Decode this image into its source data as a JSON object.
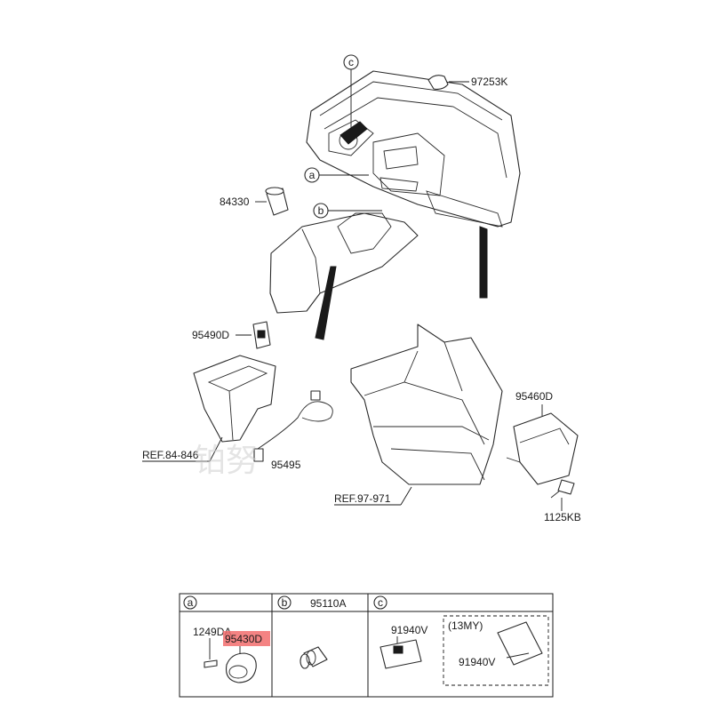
{
  "callouts": {
    "c": "c",
    "a": "a",
    "b": "b"
  },
  "labels": {
    "p97253k": "97253K",
    "p84330": "84330",
    "p95490d": "95490D",
    "ref84846": "REF.84-846",
    "p95495": "95495",
    "p95460d": "95460D",
    "ref97971": "REF.97-971",
    "p1125kb": "1125KB"
  },
  "watermark": "铂努",
  "detail_table": {
    "a": {
      "tag": "a",
      "part1": "1249DA",
      "part2": "95430D"
    },
    "b": {
      "tag": "b",
      "part1": "95110A"
    },
    "c": {
      "tag": "c",
      "part1": "91940V",
      "variant_title": "(13MY)",
      "part2": "91940V"
    }
  },
  "highlight": {
    "label": "95430D",
    "color": "#f26d6d"
  }
}
